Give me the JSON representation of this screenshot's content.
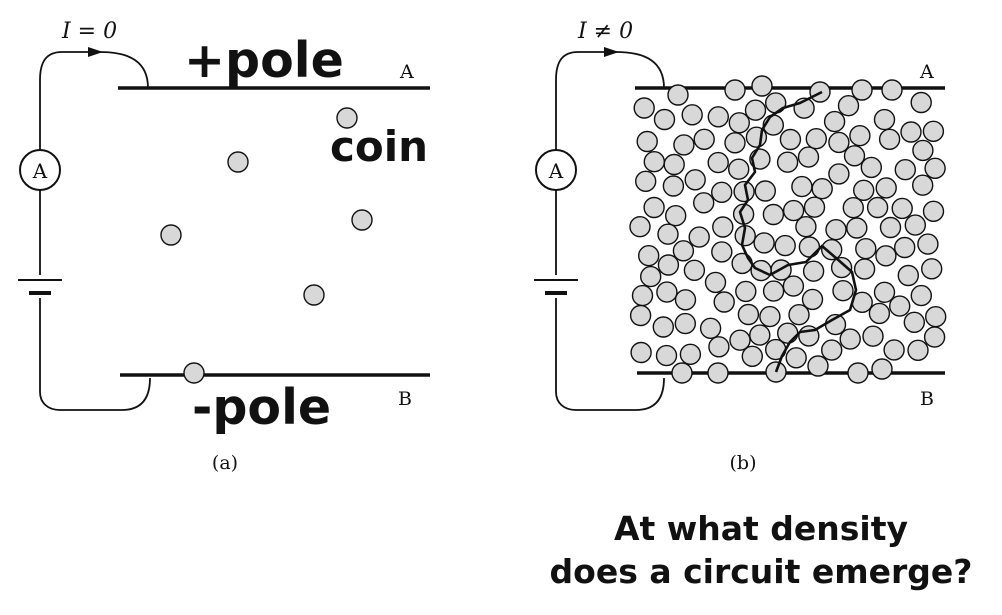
{
  "panel_a": {
    "current_label": "I = 0",
    "ammeter_label": "A",
    "plate_top_label": "A",
    "plate_bottom_label": "B",
    "caption": "(a)",
    "positive_pole_label": "+pole",
    "negative_pole_label": "-pole",
    "coin_label": "coin"
  },
  "panel_b": {
    "current_label": "I ≠ 0",
    "ammeter_label": "A",
    "plate_top_label": "A",
    "plate_bottom_label": "B",
    "caption": "(b)"
  },
  "question": {
    "line1": "At what density",
    "line2": "does a circuit emerge?"
  },
  "colors": {
    "coin_fill": "#d8d8d8",
    "ink": "#111111",
    "background": "#ffffff"
  }
}
